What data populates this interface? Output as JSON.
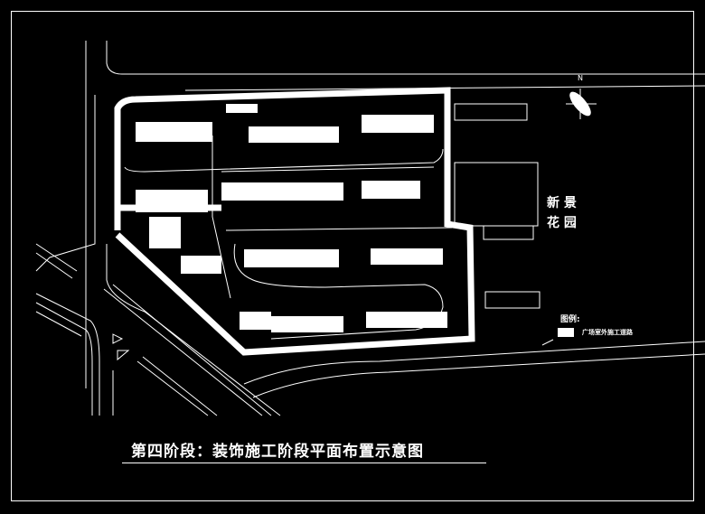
{
  "title": "第四阶段：装饰施工阶段平面布置示意图",
  "neighbor": {
    "line1": "新  景",
    "line2": "花  园"
  },
  "north_label": "N",
  "legend": {
    "heading": "图例:",
    "item_label": "广场室外施工道路"
  },
  "colors": {
    "background": "#000000",
    "lines": "#ffffff"
  }
}
